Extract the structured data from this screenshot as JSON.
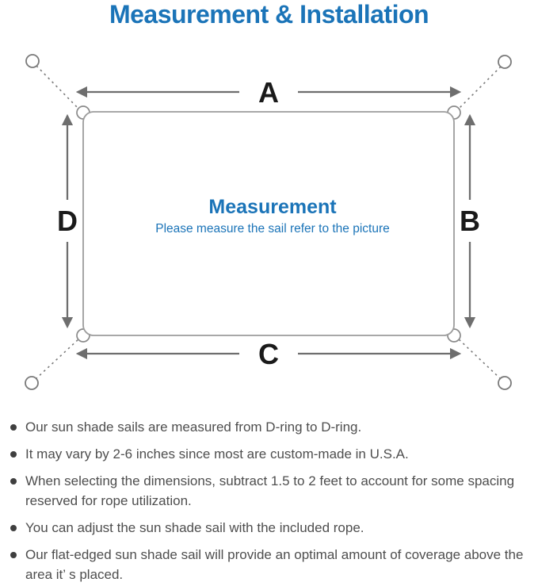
{
  "title": "Measurement & Installation",
  "diagram": {
    "dimension_labels": {
      "top": "A",
      "right": "B",
      "bottom": "C",
      "left": "D"
    },
    "heading": "Measurement",
    "caption": "Please measure the sail refer to the picture"
  },
  "notes": [
    "Our sun shade sails are measured from D-ring to D-ring.",
    "It may vary by 2-6 inches since most are custom-made in U.S.A.",
    "When selecting the dimensions, subtract 1.5 to 2 feet to account for some spacing reserved for rope utilization.",
    "You can adjust the sun shade sail with the included rope.",
    "Our flat-edged sun shade sail will provide an optimal amount of coverage above the area it’ s placed."
  ],
  "colors": {
    "accent_blue": "#1b74b8",
    "dimension_label_black": "#1a1a1a",
    "line_gray": "#6e6e6e",
    "body_text_gray": "#4e4e4e"
  }
}
